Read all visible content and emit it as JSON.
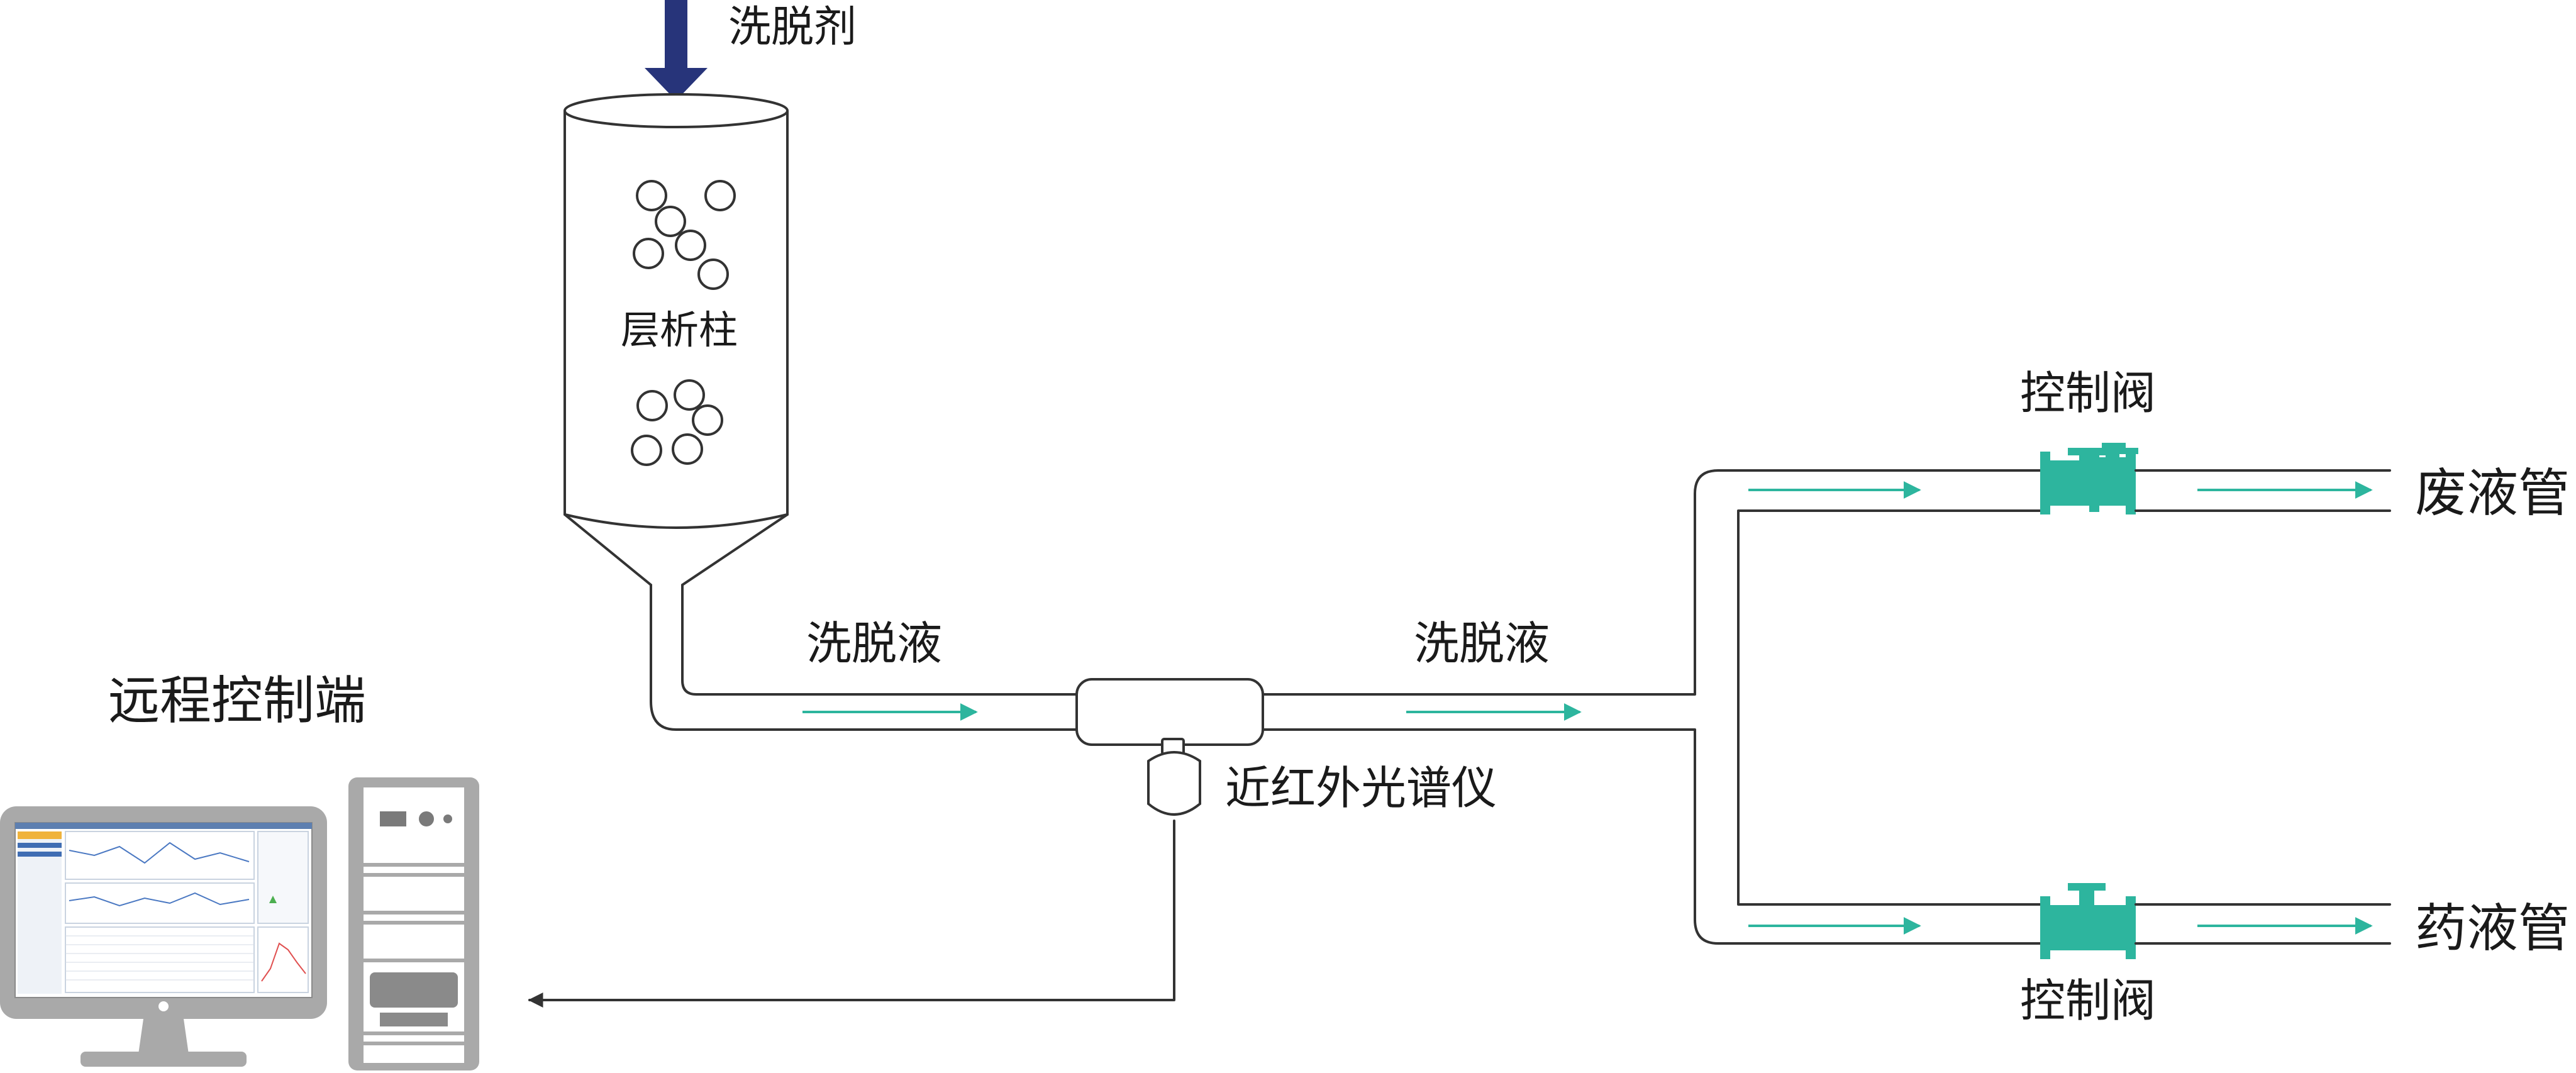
{
  "labels": {
    "eluent": "洗脱剂",
    "column": "层析柱",
    "eluate_1": "洗脱液",
    "eluate_2": "洗脱液",
    "remote": "远程控制端",
    "nir": "近红外光谱仪",
    "valve_top": "控制阀",
    "valve_bottom": "控制阀",
    "waste_pipe": "废液管",
    "product_pipe": "药液管"
  },
  "colors": {
    "flow_arrow": "#2db59e",
    "valve": "#2db59e",
    "inlet_arrow": "#27347a",
    "line": "#333333",
    "computer_gray": "#a9a9a9"
  },
  "icons": {
    "inlet": "down-arrow-icon",
    "flow": "right-arrow-icon",
    "valve": "gate-valve-icon",
    "sensor": "nir-probe-icon",
    "monitor": "monitor-icon",
    "tower": "pc-tower-icon"
  }
}
